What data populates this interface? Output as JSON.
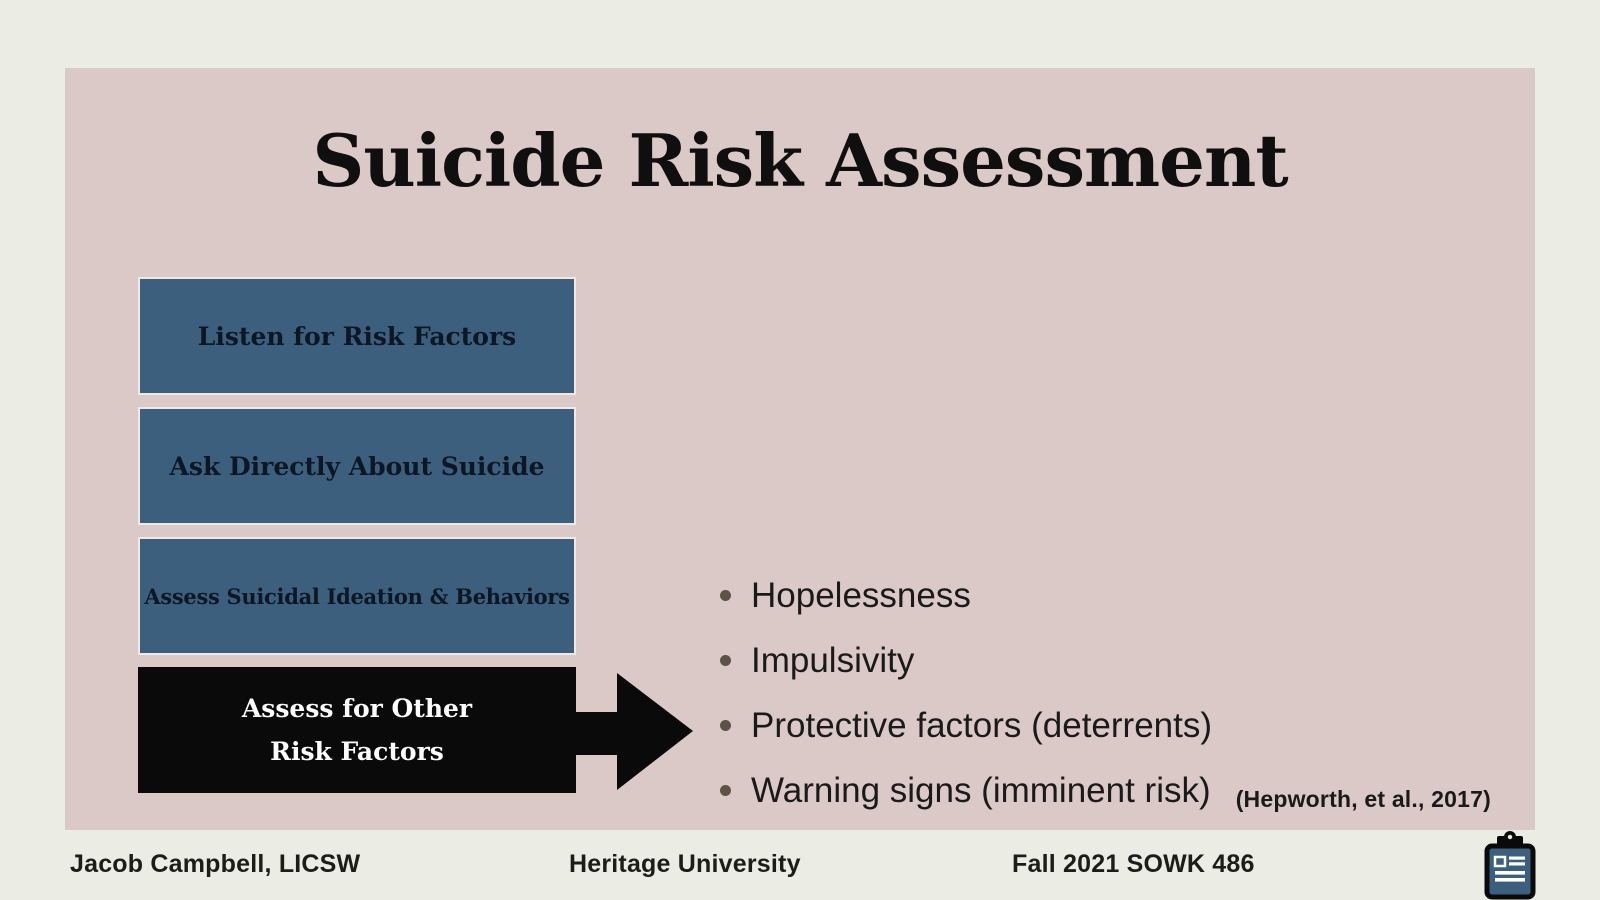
{
  "slide": {
    "title": "Suicide Risk Assessment",
    "process": {
      "boxes": [
        {
          "label": "Listen for Risk Factors"
        },
        {
          "label": "Ask Directly About Suicide"
        },
        {
          "label": "Assess Suicidal Ideation & Behaviors"
        },
        {
          "line1": "Assess for Other",
          "line2": "Risk Factors"
        }
      ],
      "arrow": "right-arrow-icon"
    },
    "bullets": [
      "Hopelessness",
      "Impulsivity",
      "Protective factors (deterrents)",
      "Warning signs (imminent risk)"
    ],
    "citation": "(Hepworth, et al., 2017)",
    "footer": {
      "author": "Jacob Campbell, LICSW",
      "institution": "Heritage University",
      "course": "Fall 2021 SOWK 486"
    },
    "icons": {
      "clipboard": "clipboard-checklist-icon"
    },
    "colors": {
      "background": "#EBECE3",
      "panel": "#DBC9C8",
      "box_blue": "#3B5F7D",
      "box_black": "#0A0A0A",
      "box_text": "#0D1724",
      "text": "#1A1A1A",
      "bullet_dot": "#5C5245",
      "icon_blue": "#3B5F7D"
    }
  }
}
